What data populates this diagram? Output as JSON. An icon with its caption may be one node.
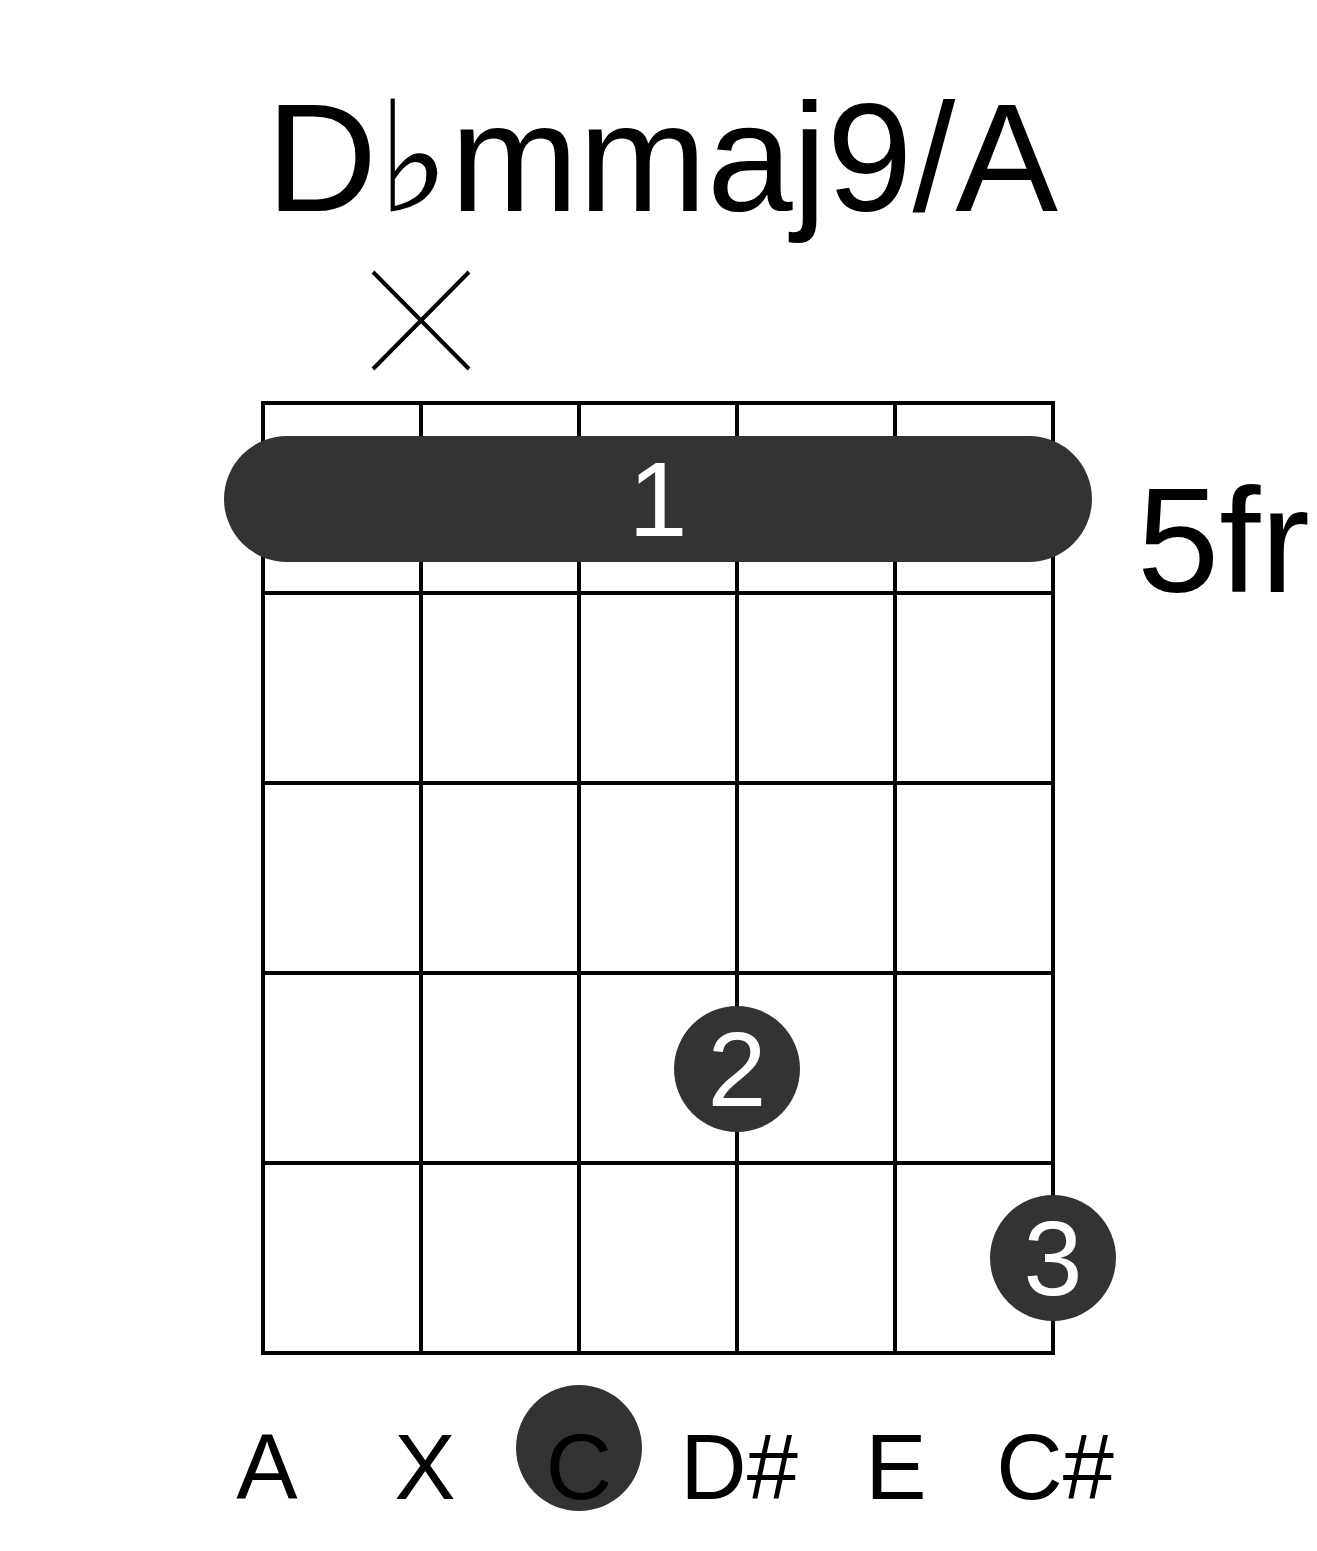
{
  "diagram": {
    "title": "D♭mmaj9/A",
    "nodes": [
      {
        "text": [
          "1"
        ]
      },
      {
        "text": [
          "2"
        ]
      },
      {
        "text": [
          "3"
        ]
      },
      {
        "text": [
          "C"
        ]
      }
    ],
    "labels": [
      "5fr",
      "A",
      "X",
      "D#",
      "E",
      "C#"
    ]
  }
}
